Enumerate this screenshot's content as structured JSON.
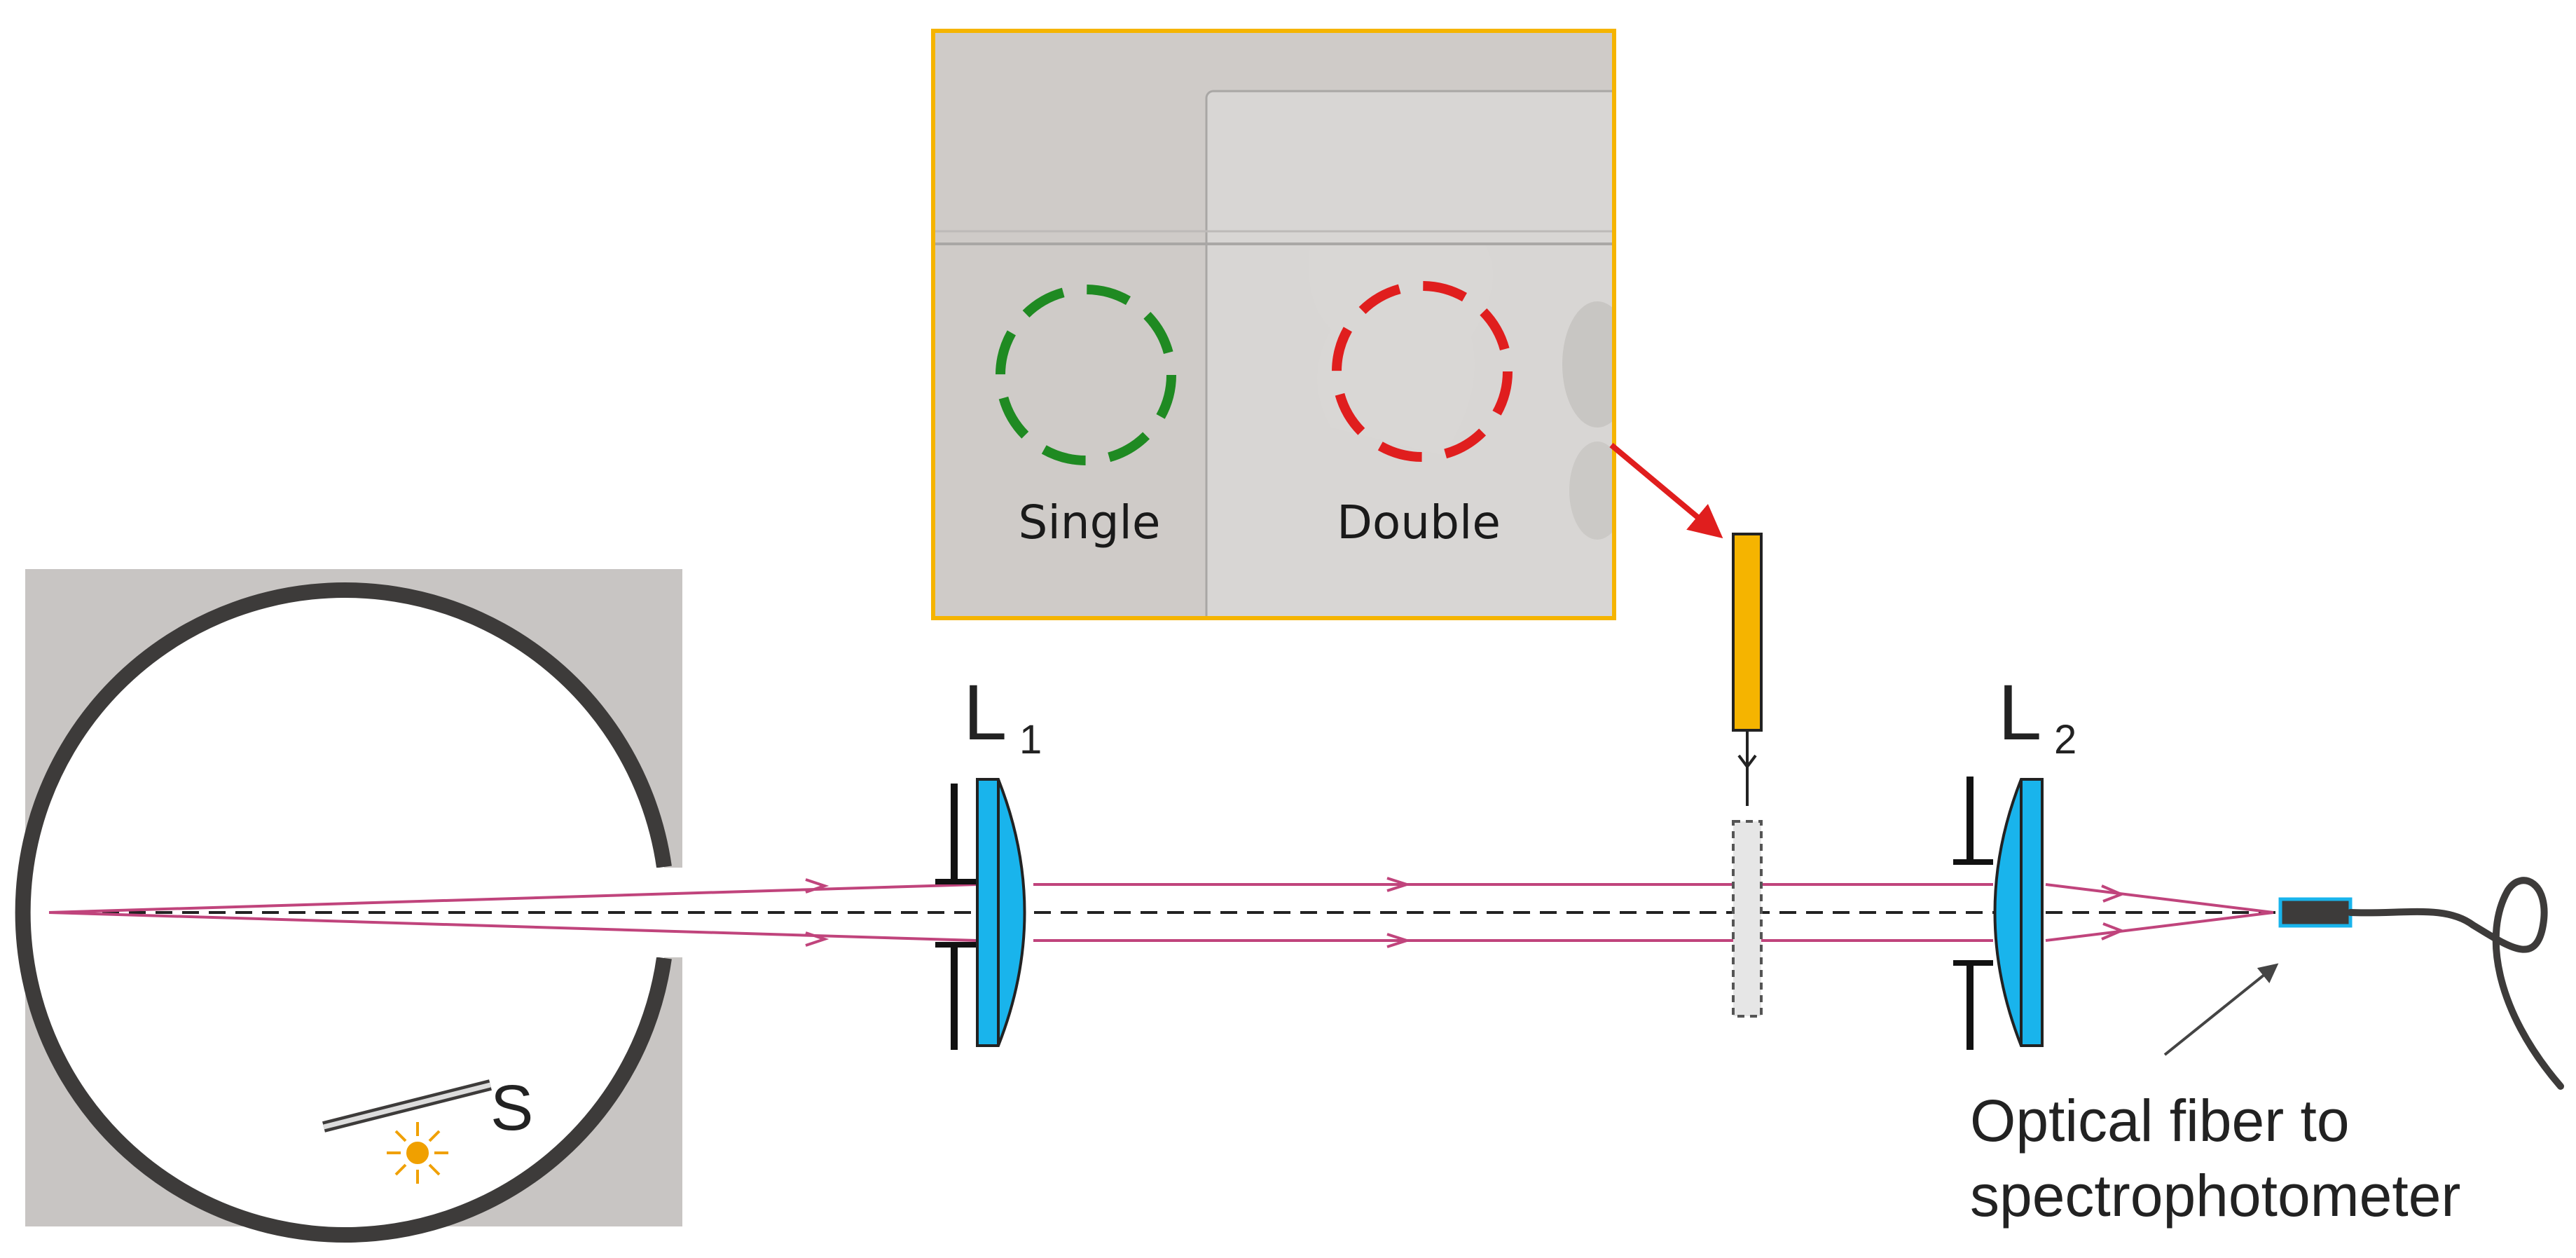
{
  "inset": {
    "labels": {
      "single": "Single",
      "double": "Double"
    },
    "colors": {
      "border": "#f5b400",
      "single_circle": "#1f8a22",
      "double_circle": "#e01e1e",
      "photo_bg": "#cfcbc8"
    }
  },
  "labels": {
    "lens1_main": "L",
    "lens1_sub": "1",
    "lens2_main": "L",
    "lens2_sub": "2",
    "source": "S",
    "fiber_line1": "Optical fiber to",
    "fiber_line2": "spectrophotometer"
  },
  "colors": {
    "lens": "#19b4ec",
    "sample": "#f5b400",
    "ray": "#c0447c",
    "sphere_box": "#c8c5c3",
    "sphere_ring": "#3d3b3a",
    "lamp": "#f0a000",
    "arrow_red": "#e01e1e",
    "fiber_connector": "#3d3b3a"
  },
  "icons": {
    "source_lamp": "lamp-icon",
    "lens": "plano-convex-lens-icon",
    "fiber": "optical-fiber-icon"
  }
}
